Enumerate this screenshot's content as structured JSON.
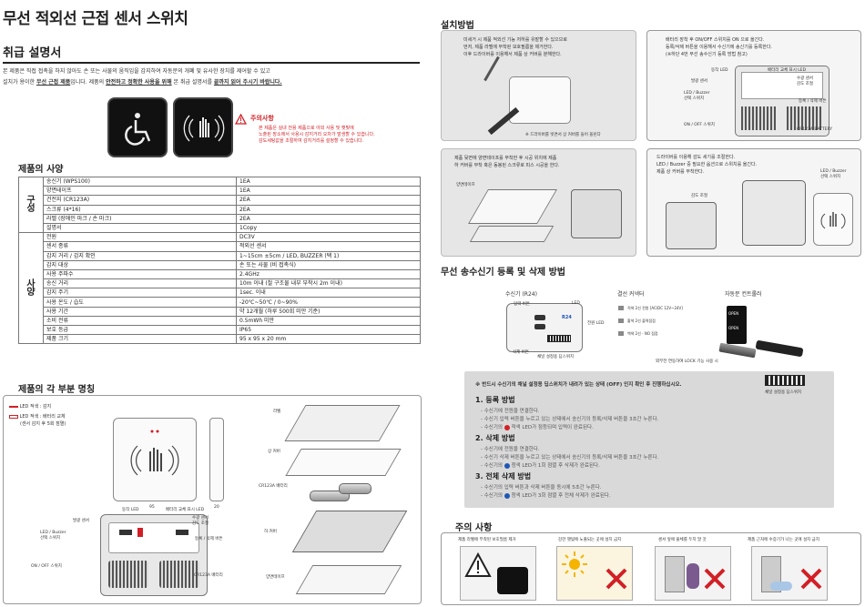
{
  "title": "무선 적외선 근접 센서 스위치",
  "subtitle": "취급 설명서",
  "intro": {
    "line1": "본 제품은 직접 접촉을 하지 않아도 손 또는 사물의 움직임을 감지하여 자동문의 개폐 및 유사한 장치를 제어할 수 있고",
    "line2_a": "설치가 용이한 ",
    "line2_b": "무선 근접 제품",
    "line2_c": "입니다. 제품의 ",
    "line2_d": "안전하고 정확한 사용을 위해",
    "line2_e": " 본 취급 설명서를 ",
    "line2_f": "끝까지 읽어 주시기 바랍니다."
  },
  "caution": {
    "title": "주의사항",
    "lines": [
      "본 제품은 실내 전용 제품으로 야외 사용 및 햇빛에",
      "노출된 장소에서 사용시 감지거리 오차가 발생할 수 있습니다.",
      "감도세팅값을 조절하여 감지거리를 설정할 수 있습니다."
    ]
  },
  "spec": {
    "title": "제품의 사양",
    "group1": "구\n성",
    "group2": "사\n양",
    "rows1": [
      [
        "송신기 (WPS100)",
        "1EA"
      ],
      [
        "양면테이프",
        "1EA"
      ],
      [
        "건전지 (CR123A)",
        "2EA"
      ],
      [
        "스크류 (4*16)",
        "2EA"
      ],
      [
        "라벨 (장애인 마크 / 손 마크)",
        "2EA"
      ],
      [
        "설명서",
        "1Copy"
      ]
    ],
    "rows2": [
      [
        "전원",
        "DC3V"
      ],
      [
        "센서 종류",
        "적외선 센서"
      ],
      [
        "감지 거리 / 감지 확인",
        "1~15cm ±5cm / LED, BUZZER (택 1)"
      ],
      [
        "감지 대상",
        "손 또는 사물 (비 접촉식)"
      ],
      [
        "사용 주파수",
        "2.4GHz"
      ],
      [
        "송신 거리",
        "10m 이내 (철 구조물 내부 부착시 2m 이내)"
      ],
      [
        "감지 주기",
        "1sec. 이내"
      ],
      [
        "사용 온도 / 습도",
        "-20℃~50℃ / 0~90%"
      ],
      [
        "사용 기간",
        "약 12개월 (하루 500회 미만 기준)"
      ],
      [
        "소비 전류",
        "0.5mWh 미만"
      ],
      [
        "보호 등급",
        "IP65"
      ],
      [
        "제품 크기",
        "95 x 95 x 20 mm"
      ]
    ]
  },
  "parts": {
    "title": "제품의 각 부분 명칭",
    "legend1": "LED 적색 : 감지",
    "legend2": "LED 적색 : 배터리 교체",
    "legend3": "(센서 감지 후 5회 점멸)",
    "dim1": "95",
    "dim2": "20",
    "labels": {
      "status_led": "동작 LED",
      "battery_led": "배터리 교체 표시 LED",
      "sensor": "발광 센서",
      "sens_adj": "수광 센서\n감도 조절",
      "led_buzzer": "LED / Buzzer\n선택 스위치",
      "reg_btn": "등록 / 삭제 버튼",
      "onoff": "ON / OFF 스위치",
      "battery": "CR123A 배터리",
      "label": "라벨",
      "top_cover": "상 커버",
      "cr123a": "CR123A 배터리",
      "bottom_cover": "하 커버",
      "tape": "양면테이프"
    }
  },
  "install": {
    "title": "설치방법",
    "box1": [
      "미세거 시 제품 적외선 기능 저하를 유발할 수 있으므로",
      "먼저, 제품 라벨에 부착된 보호필름을 제거한다.",
      "이후   드라이버를 이용해서 제품 상 커버를 분해한다."
    ],
    "box1_note": "※ 드라이버를 빗면서 상 커버를 들어 올린다",
    "box2": [
      "배터리 장착 후 ON/OFF 스위치를 ON 으로 옮긴다.",
      "등록/삭제 버튼을 이용해서 수신기에 송신기를 등록한다.",
      "(※하단 4번 무선 송수신기 등록 방법 참고)"
    ],
    "box2_labels": {
      "status_led": "동작 LED",
      "battery_led": "배터리 교체 표시 LED",
      "sensor": "발광 센서",
      "sens": "수광 센서\n감도 조절",
      "led_buzzer": "LED / Buzzer\n선택 스위치",
      "reg": "등록 / 삭제 버튼",
      "onoff": "ON / OFF 스위치",
      "battery": "CR123A BATTERY"
    },
    "box3": [
      "제품 뒷면에 양면테이프를 부착한 후 시공 위치에 제품",
      "하 커버를 부착 혹은 동봉된 스크류로 피스 시공을 한다."
    ],
    "box3_label": "양면테이프",
    "box4": [
      "드라이버를 이용해 감도 세기를 조절한다.",
      "LED / Buzzer 중 필요한 옵션으로 스위치를 옮긴다.",
      "제품 상 커버를 부착한다."
    ],
    "box4_labels": {
      "led_buzzer": "LED / Buzzer\n선택 스위치",
      "sens": "감도 조절"
    }
  },
  "wireless": {
    "title": "무선 송수신기 등록 및 삭제 방법",
    "receiver": "수신기 (R24)",
    "connector": "결선 커넥터",
    "controller": "자동문 컨트롤러",
    "input_btn": "입력 버튼",
    "led": "LED",
    "delete_btn": "삭제 버튼",
    "dip": "채널 설정용 딥스위치",
    "power_led": "전원 LED",
    "model": "R24",
    "wire1": "적색 2선 전원 [AC/DC 12V~24V]",
    "wire2": "황색 2선 출력접점",
    "wire3": "백색 2선 - NO 접점",
    "open1": "OPEN",
    "open2": "OPEN",
    "lock_note": "외부전 연동하여 LOCK 기능 사용 시",
    "notice": "※ 반드시 수신기의 채널 설정용 딥스위치가 내려가 있는 상태 (OFF) 인지 확인 후 진행하십시오.",
    "dip_label": "채널 설정용 딥스위치",
    "steps": [
      {
        "title": "1. 등록 방법",
        "lines": [
          "- 수신기에 전원을 연결한다.",
          "- 수신기 입력 버튼을 누르고 있는 상태에서 송신기의 등록/삭제 버튼을 3초간 누른다.",
          "- 수신기의 ",
          "적색 LED가 점등되며 입력이 완료된다."
        ]
      },
      {
        "title": "2. 삭제 방법",
        "lines": [
          "- 수신기에 전원을 연결한다.",
          "- 수신기 삭제 버튼을 누르고 있는 상태에서 송신기의 등록/삭제 버튼을 3초간 누른다.",
          "- 수신기의 ",
          "청색 LED가 1회 점멸 후 삭제가 완료된다."
        ]
      },
      {
        "title": "3. 전체 삭제 방법",
        "lines": [
          "- 수신기의 입력 버튼과 삭제 버튼을 동시에 5초간 누른다.",
          "- 수신기의 ",
          "청색 LED가 3회 점멸 후 전체 삭제가 완료된다."
        ]
      }
    ]
  },
  "caution2": {
    "title": "주의 사항",
    "items": [
      "제품 라벨에 부착된 보호필름 제거",
      "강한 햇빛에 노출되는 곳에 설치 금지",
      "센서 앞에 물체를 두지 말 것",
      "제품 근처에 수증기가 나는 곳에 설치 금지"
    ]
  },
  "colors": {
    "accent_red": "#d21f26",
    "accent_blue": "#1e57b4",
    "gray_box": "#e6e6e6"
  }
}
